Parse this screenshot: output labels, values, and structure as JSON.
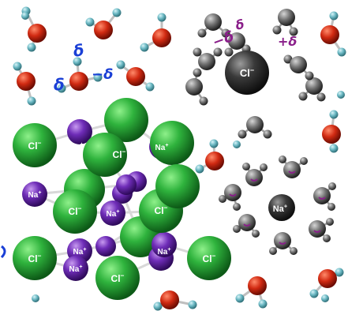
{
  "diagram": {
    "lattice": {
      "chloride_label": "Cl",
      "chloride_charge": "−",
      "sodium_label": "Na",
      "sodium_charge": "+"
    },
    "hydrated_chloride": {
      "label": "Cl",
      "charge": "−",
      "annotations": [
        "−δ",
        "δ",
        "+δ"
      ]
    },
    "hydrated_sodium": {
      "label": "Na",
      "charge": "+"
    },
    "water_annotation": {
      "labels": [
        "δ",
        "δ",
        "−δ"
      ]
    },
    "colors": {
      "chloride": "#2e9e3a",
      "sodium": "#6a2bb0",
      "oxygen": "#cc2a12",
      "hydrogen": "#5fb0bd",
      "gray_atom": "#6b6b6b",
      "ion_dark": "#3c3c3c",
      "ink_blue": "#1a3fd6",
      "ink_purple": "#8a1f8a"
    }
  }
}
